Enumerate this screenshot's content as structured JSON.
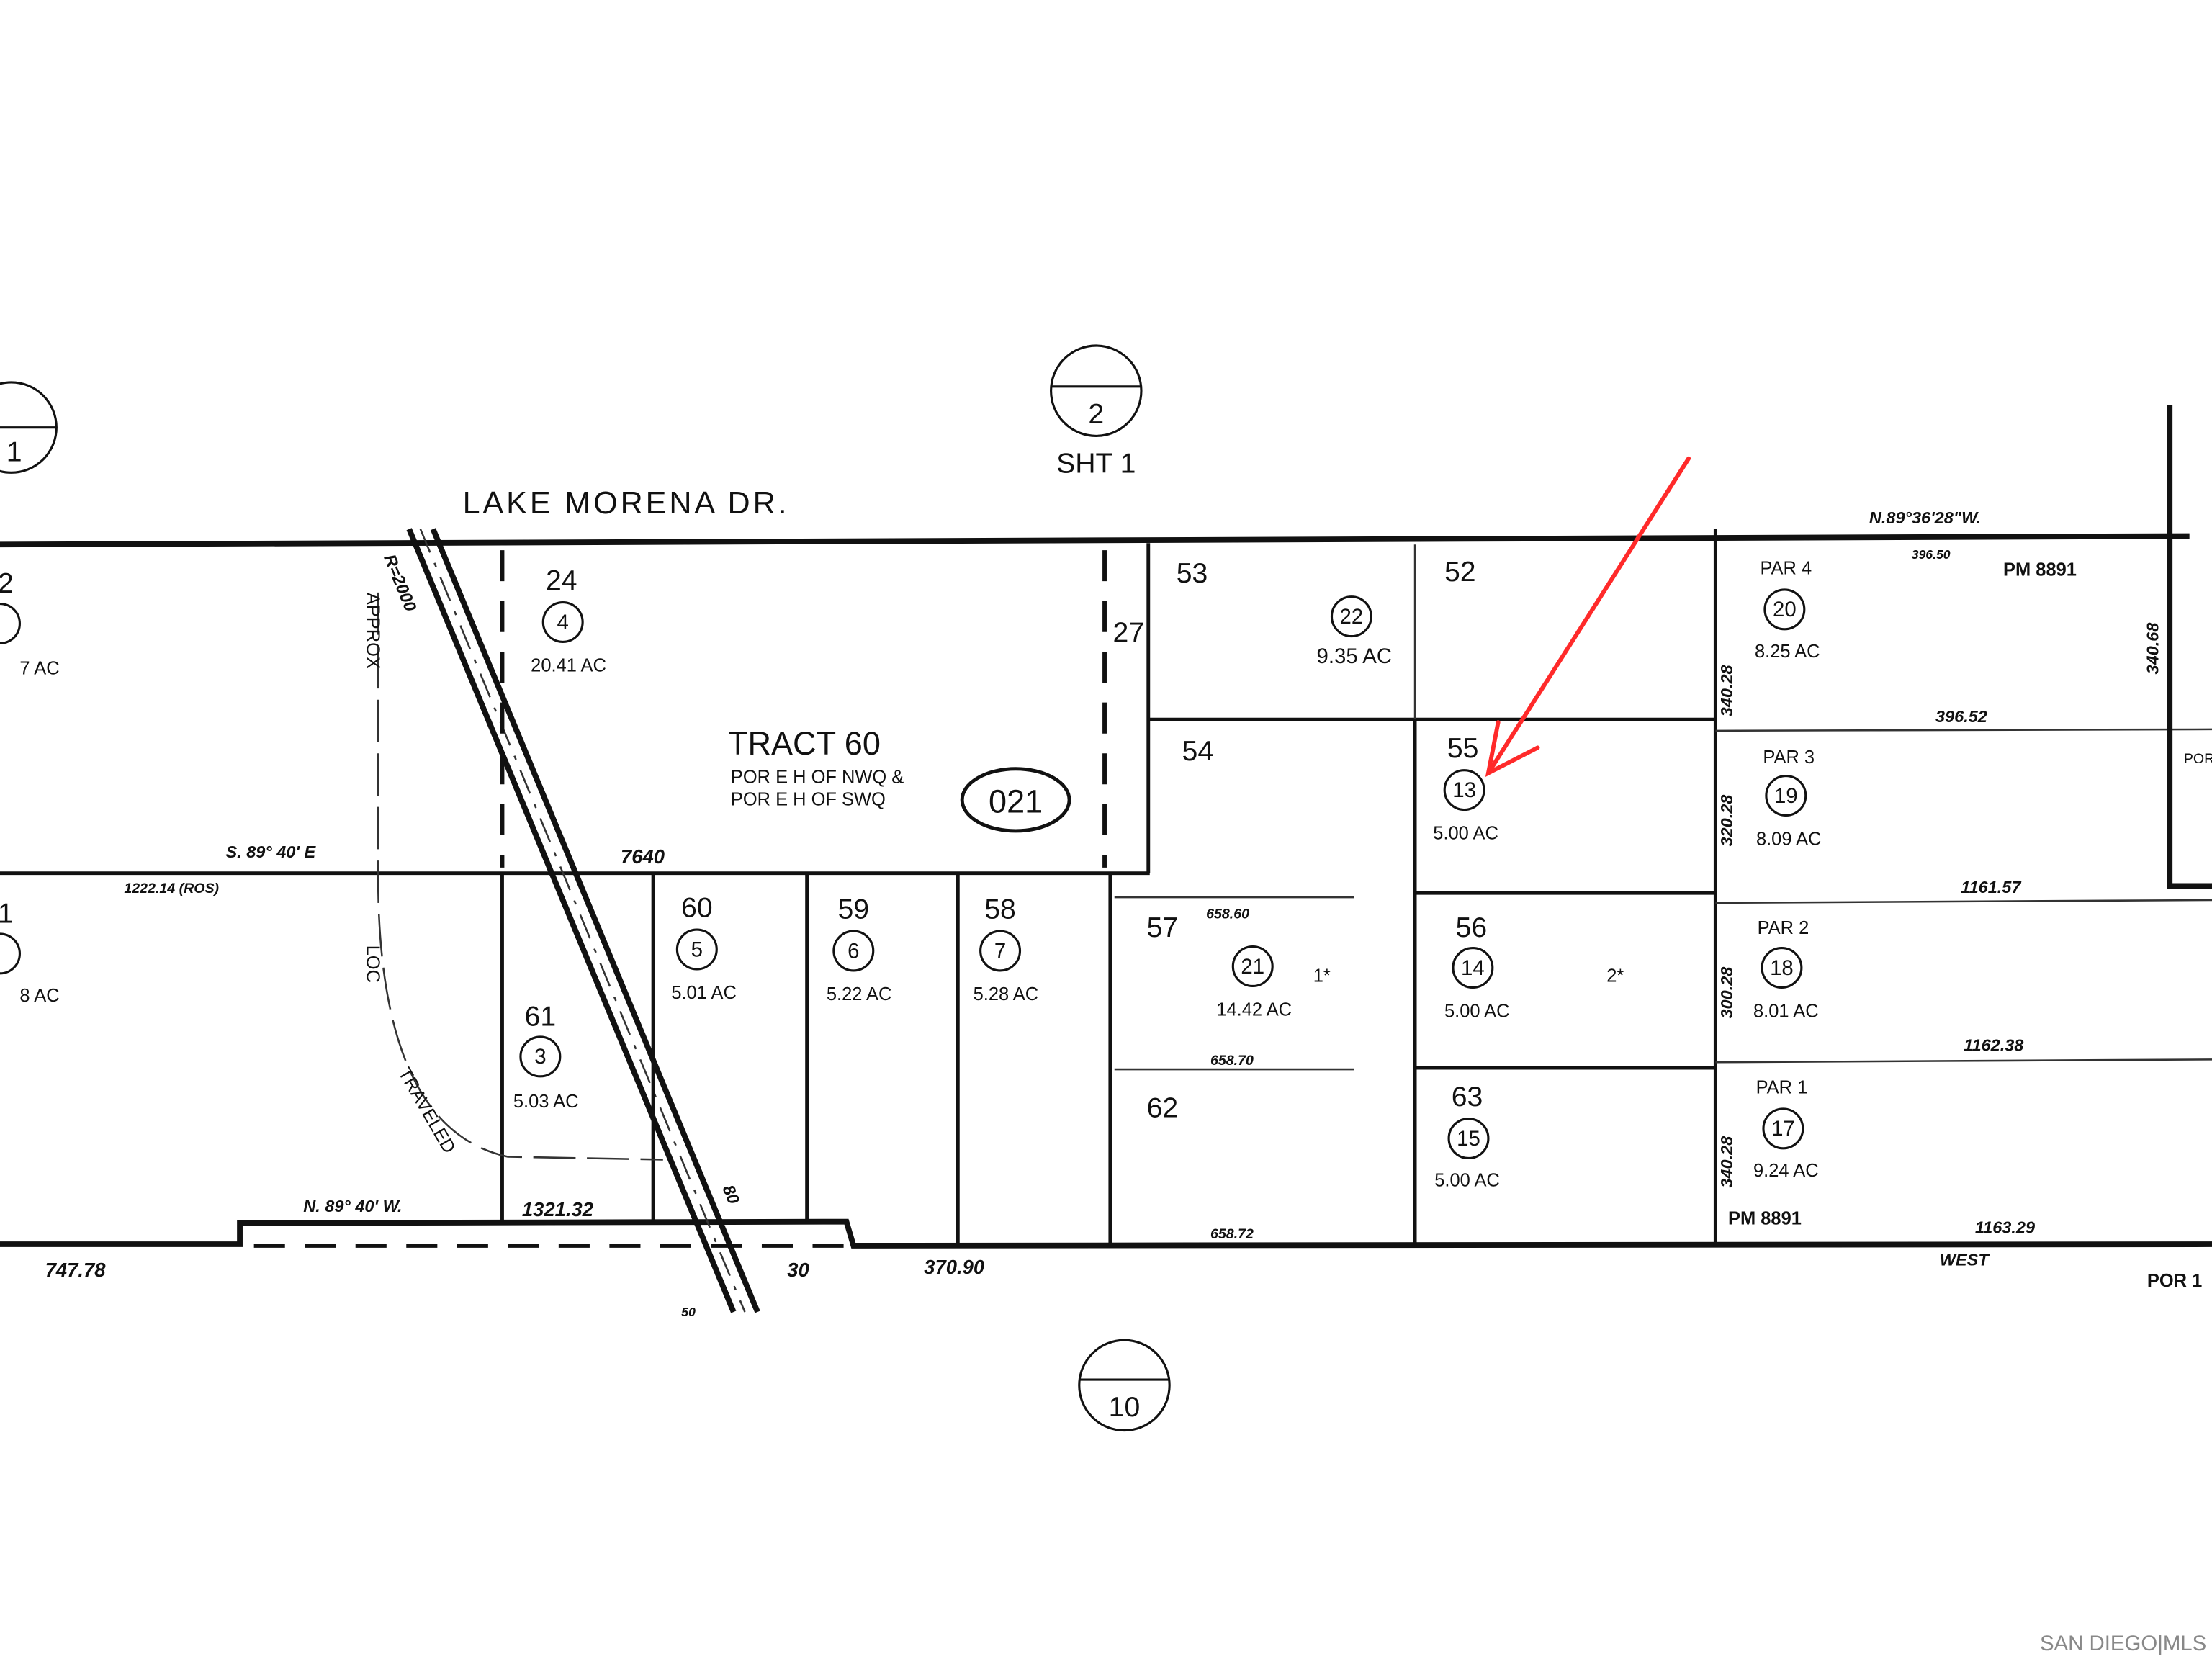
{
  "street": "LAKE MORENA DR.",
  "sheet_refs": [
    {
      "top": "",
      "bottom": "1"
    },
    {
      "top": "",
      "bottom": "2",
      "note": "SHT 1"
    },
    {
      "top": "",
      "bottom": "10"
    }
  ],
  "tract": {
    "title": "TRACT 60",
    "line1": "POR E H OF NWQ &",
    "line2": "POR E H OF SWQ"
  },
  "book_page": "021",
  "parcels": [
    {
      "lot": "2",
      "parcel": "",
      "acres": "7 AC"
    },
    {
      "lot": "1",
      "parcel": "",
      "acres": "8 AC"
    },
    {
      "lot": "24",
      "parcel": "4",
      "acres": "20.41 AC"
    },
    {
      "lot": "61",
      "parcel": "3",
      "acres": "5.03 AC"
    },
    {
      "lot": "60",
      "parcel": "5",
      "acres": "5.01 AC"
    },
    {
      "lot": "59",
      "parcel": "6",
      "acres": "5.22 AC"
    },
    {
      "lot": "58",
      "parcel": "7",
      "acres": "5.28 AC"
    },
    {
      "lot": "53",
      "parcel": "22",
      "acres": "9.35 AC"
    },
    {
      "lot": "52",
      "parcel": "",
      "acres": ""
    },
    {
      "lot": "54",
      "parcel": "",
      "acres": ""
    },
    {
      "lot": "55",
      "parcel": "13",
      "acres": "5.00 AC"
    },
    {
      "lot": "57",
      "parcel": "21",
      "acres": "14.42 AC"
    },
    {
      "lot": "56",
      "parcel": "14",
      "acres": "5.00 AC"
    },
    {
      "lot": "62",
      "parcel": "",
      "acres": ""
    },
    {
      "lot": "63",
      "parcel": "15",
      "acres": "5.00 AC"
    },
    {
      "lot": "PAR 4",
      "parcel": "20",
      "acres": "8.25 AC"
    },
    {
      "lot": "PAR 3",
      "parcel": "19",
      "acres": "8.09 AC"
    },
    {
      "lot": "PAR 2",
      "parcel": "18",
      "acres": "8.01 AC"
    },
    {
      "lot": "PAR 1",
      "parcel": "17",
      "acres": "9.24 AC"
    },
    {
      "lot": "27",
      "parcel": "",
      "acres": ""
    }
  ],
  "marks": {
    "one_star": "1*",
    "two_star": "2*"
  },
  "plat_refs": [
    "PM 8891",
    "PM 8891",
    "POR 1",
    "POR"
  ],
  "road_notes": {
    "approx": "APPROX",
    "loc": "LOC",
    "traveled": "TRAVELED",
    "r": "R=2000"
  },
  "dimensions": {
    "bearing_top": "N.89°36'28\"W.",
    "d_39650": "396.50",
    "d_39652": "396.52",
    "d_116157": "1161.57",
    "d_116238": "1162.38",
    "d_116329": "1163.29",
    "west": "WEST",
    "bearing_s8940e": "S. 89° 40' E",
    "d_122214": "1222.14 (ROS)",
    "d_7640": "7640",
    "bearing_n8940w": "N. 89° 40' W.",
    "d_132132": "1321.32",
    "d_74778": "747.78",
    "d_37090": "370.90",
    "d_30": "30",
    "d_50": "50",
    "d_80": "80",
    "d_34028a": "340.28",
    "d_32028": "320.28",
    "d_30028": "300.28",
    "d_34028b": "340.28",
    "d_34068": "340.68",
    "d_65860": "658.60",
    "d_65870": "658.70",
    "d_65872": "658.72"
  },
  "watermark": "SAN DIEGO|MLS",
  "colors": {
    "linework": "#111111",
    "pointer_arrow": "#ff2a2a",
    "background": "#ffffff"
  }
}
